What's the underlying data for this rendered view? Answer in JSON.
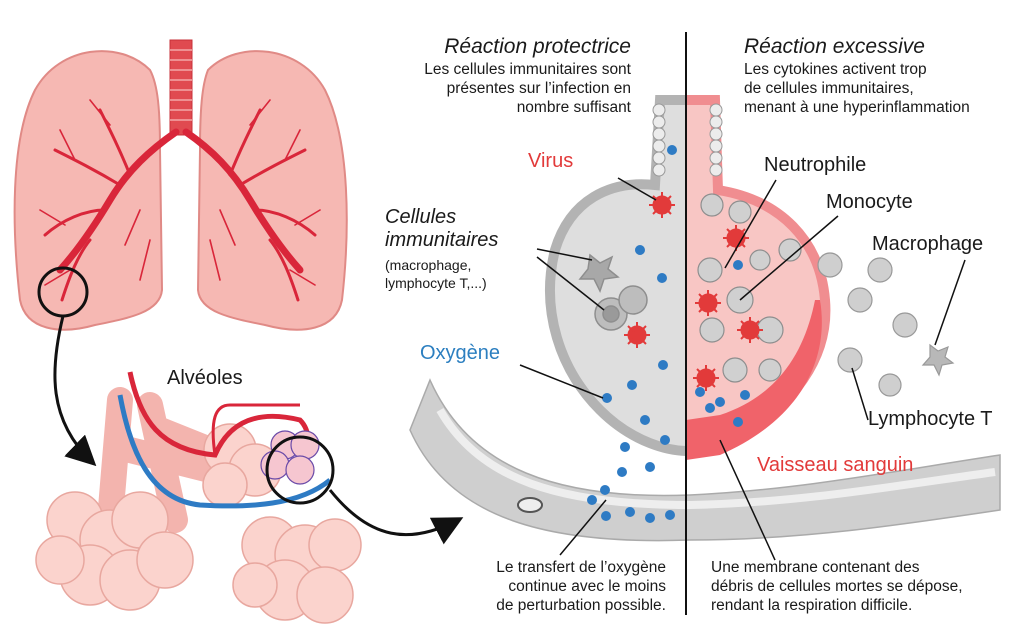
{
  "protective": {
    "title": "Réaction protectrice",
    "lines": [
      "Les cellules immunitaires sont",
      "présentes sur l’infection en",
      "nombre suffisant"
    ]
  },
  "excessive": {
    "title": "Réaction excessive",
    "lines": [
      "Les cytokines activent trop",
      "de cellules immunitaires,",
      "menant à une hyperinflammation"
    ]
  },
  "labels": {
    "alveoles": "Alvéoles",
    "virus": "Virus",
    "cellules_line1": "Cellules",
    "cellules_line2": "immunitaires",
    "cellules_examples_1": "(macrophage,",
    "cellules_examples_2": "lymphocyte T,...)",
    "oxygene": "Oxygène",
    "neutrophile": "Neutrophile",
    "monocyte": "Monocyte",
    "macrophage": "Macrophage",
    "lymphocyte_t": "Lymphocyte T",
    "vaisseau": "Vaisseau sanguin"
  },
  "captions": {
    "left": [
      "Le transfert de l’oxygène",
      "continue avec le moins",
      "de perturbation possible."
    ],
    "right": [
      "Une membrane contenant des",
      "débris de cellules mortes se dépose,",
      "rendant la respiration difficile."
    ]
  },
  "colors": {
    "lung_fill": "#f6b8b3",
    "lung_stroke": "#e08a86",
    "vessel_red": "#e0303a",
    "oxygen_blue": "#2e7bc4",
    "virus_red": "#e23a3a",
    "tissue_gray": "#c9c9c9",
    "inflamed_pink": "#f8c6c4"
  }
}
